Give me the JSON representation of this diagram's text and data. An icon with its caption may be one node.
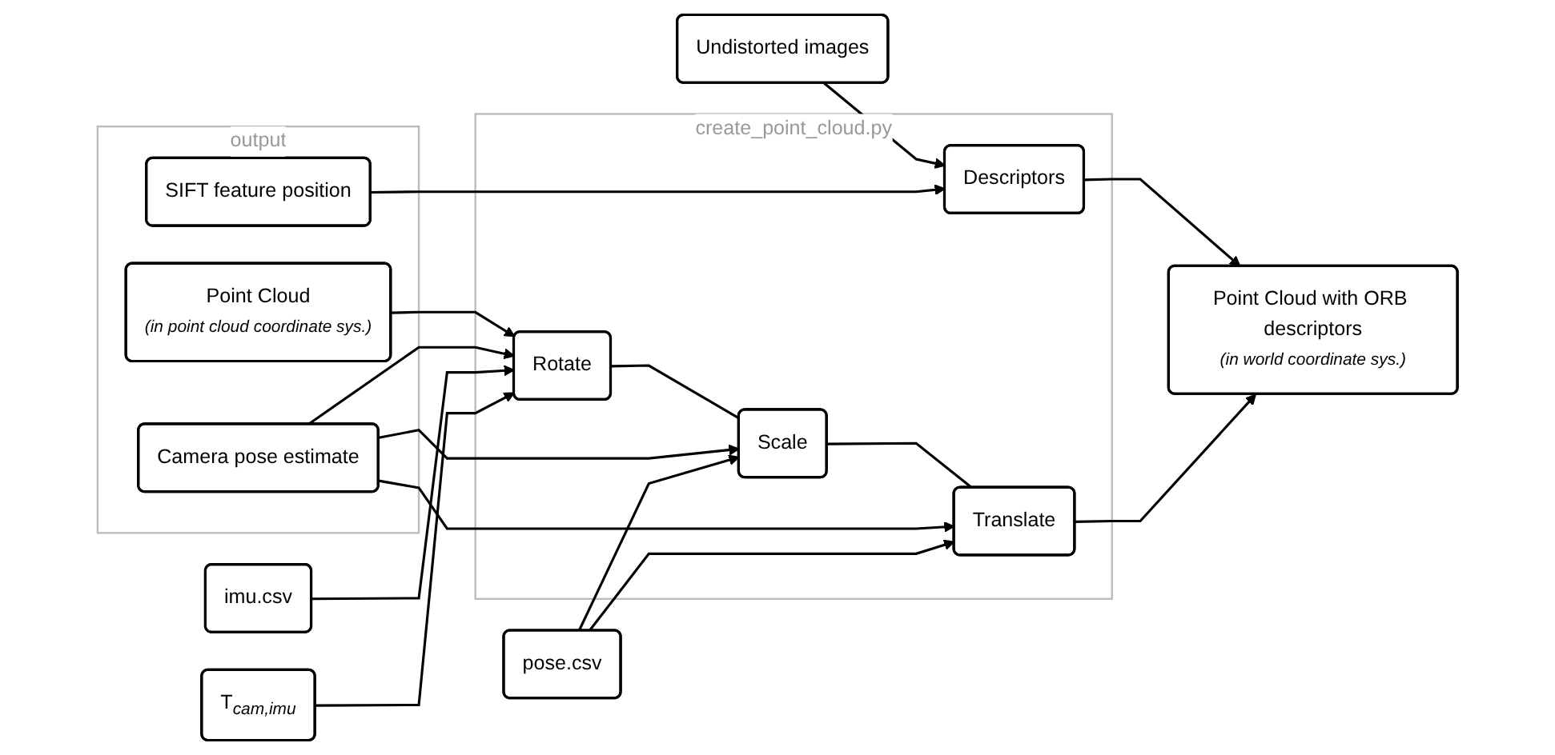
{
  "diagram": {
    "nodes": [
      {
        "text": [
          "create_point_cloud.py"
        ]
      },
      {
        "text": [
          "Undistorted images"
        ]
      },
      {
        "text": [
          "output"
        ]
      },
      {
        "text": [
          "SIFT feature position"
        ],
        "in": 2
      },
      {
        "text": [
          "Point Cloud",
          "(in point cloud coordinate sys.)"
        ],
        "in": 2
      },
      {
        "text": [
          "Camera pose estimate"
        ],
        "in": 2
      },
      {
        "text": [
          "Descriptors"
        ],
        "in": 0
      },
      {
        "text": [
          "Rotate"
        ],
        "in": 0
      },
      {
        "text": [
          "Scale"
        ],
        "in": 0
      },
      {
        "text": [
          "Translate"
        ],
        "in": 0
      },
      {
        "text": [
          "Point Cloud with ORB descriptors",
          "(in world coordinate sys.)"
        ]
      },
      {
        "text": [
          "imu.csv"
        ]
      },
      {
        "text": [
          "T$_{cam,imu}$"
        ]
      },
      {
        "text": [
          "pose.csv"
        ]
      }
    ],
    "edges": [
      {
        "from": 1,
        "to": 6,
        "arrow": "to"
      },
      {
        "from": 3,
        "to": 6,
        "arrow": "to"
      },
      {
        "from": 6,
        "to": 10,
        "arrow": "to"
      },
      {
        "from": 4,
        "to": 7,
        "arrow": "to"
      },
      {
        "from": 7,
        "to": 8,
        "arrow": "none"
      },
      {
        "from": 8,
        "to": 9,
        "arrow": "none"
      },
      {
        "from": 9,
        "to": 10,
        "arrow": "to"
      },
      {
        "from": 5,
        "to": 7,
        "arrow": "to"
      },
      {
        "from": 5,
        "to": 8,
        "arrow": "to"
      },
      {
        "from": 5,
        "to": 9,
        "arrow": "to"
      },
      {
        "from": 11,
        "to": 7,
        "arrow": "to"
      },
      {
        "from": 12,
        "to": 7,
        "arrow": "to"
      },
      {
        "from": 13,
        "to": 8,
        "arrow": "to"
      },
      {
        "from": 13,
        "to": 9,
        "arrow": "to"
      }
    ]
  }
}
